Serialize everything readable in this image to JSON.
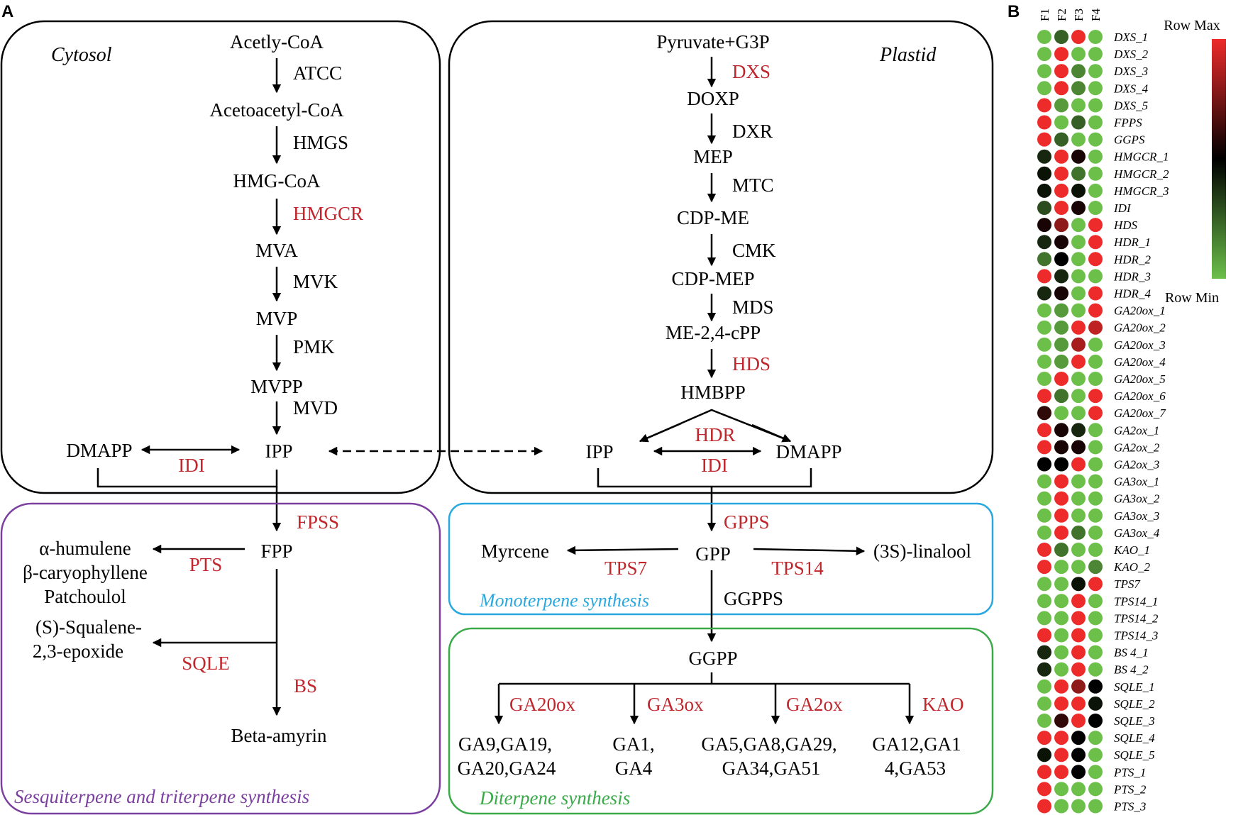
{
  "panel_a_label": "A",
  "panel_b_label": "B",
  "colors": {
    "red_enzyme": "#c0272d",
    "black": "#000000",
    "purple_box": "#7b3fa0",
    "blue_box": "#29a8e0",
    "green_box": "#3aaa49",
    "heat_max": "#ee2b2b",
    "heat_mid": "#000000",
    "heat_min": "#6cc04a"
  },
  "cytosol": {
    "title": "Cytosol",
    "nodes": {
      "acetyl_coa": "Acetly-CoA",
      "acetoacetyl_coa": "Acetoacetyl-CoA",
      "hmg_coa": "HMG-CoA",
      "mva": "MVA",
      "mvp": "MVP",
      "mvpp": "MVPP",
      "ipp": "IPP",
      "dmapp": "DMAPP"
    },
    "enzymes": {
      "atcc": "ATCC",
      "hmgs": "HMGS",
      "hmgcr": "HMGCR",
      "mvk": "MVK",
      "pmk": "PMK",
      "mvd": "MVD",
      "idi": "IDI"
    }
  },
  "plastid": {
    "title": "Plastid",
    "nodes": {
      "pyruvate": "Pyruvate+G3P",
      "doxp": "DOXP",
      "mep": "MEP",
      "cdp_me": "CDP-ME",
      "cdp_mep": "CDP-MEP",
      "me_cpp": "ME-2,4-cPP",
      "hmbpp": "HMBPP",
      "ipp": "IPP",
      "dmapp": "DMAPP"
    },
    "enzymes": {
      "dxs": "DXS",
      "dxr": "DXR",
      "mtc": "MTC",
      "cmk": "CMK",
      "mds": "MDS",
      "hds": "HDS",
      "hdr": "HDR",
      "idi": "IDI"
    }
  },
  "sesqui": {
    "title": "Sesquiterpene and triterpene synthesis",
    "fpss": "FPSS",
    "fpp": "FPP",
    "pts": "PTS",
    "products_pts": [
      "α-humulene",
      "β-caryophyllene",
      "Patchoulol"
    ],
    "sqle": "SQLE",
    "products_sqle": [
      "(S)-Squalene-",
      "2,3-epoxide"
    ],
    "bs": "BS",
    "beta_amyrin": "Beta-amyrin"
  },
  "mono": {
    "title": "Monoterpene synthesis",
    "gpps": "GPPS",
    "gpp": "GPP",
    "myrcene": "Myrcene",
    "tps7": "TPS7",
    "tps14": "TPS14",
    "linalool": "(3S)-linalool",
    "ggpps": "GGPPS"
  },
  "di": {
    "title": "Diterpene synthesis",
    "ggpp": "GGPP",
    "branches": [
      {
        "enzyme": "GA20ox",
        "line1": "GA9,GA19,",
        "line2": "GA20,GA24"
      },
      {
        "enzyme": "GA3ox",
        "line1": "GA1,",
        "line2": "GA4"
      },
      {
        "enzyme": "GA2ox",
        "line1": "GA5,GA8,GA29,",
        "line2": "GA34,GA51"
      },
      {
        "enzyme": "KAO",
        "line1": "GA12,GA1",
        "line2": "4,GA53"
      }
    ]
  },
  "heatmap": {
    "columns": [
      "F1",
      "F2",
      "F3",
      "F4"
    ],
    "legend_max": "Row Max",
    "legend_min": "Row Min",
    "rows": [
      {
        "gene": "DXS_1",
        "values": [
          0.0,
          0.25,
          1.0,
          0.0
        ]
      },
      {
        "gene": "DXS_2",
        "values": [
          0.0,
          1.0,
          0.0,
          0.0
        ]
      },
      {
        "gene": "DXS_3",
        "values": [
          0.0,
          1.0,
          0.15,
          0.0
        ]
      },
      {
        "gene": "DXS_4",
        "values": [
          0.0,
          1.0,
          0.15,
          0.0
        ]
      },
      {
        "gene": "DXS_5",
        "values": [
          1.0,
          0.1,
          0.0,
          0.0
        ]
      },
      {
        "gene": "FPPS",
        "values": [
          1.0,
          0.0,
          0.25,
          0.0
        ]
      },
      {
        "gene": "GGPS",
        "values": [
          1.0,
          0.25,
          0.0,
          0.0
        ]
      },
      {
        "gene": "HMGCR_1",
        "values": [
          0.4,
          1.0,
          0.55,
          0.0
        ]
      },
      {
        "gene": "HMGCR_2",
        "values": [
          0.45,
          1.0,
          0.2,
          0.0
        ]
      },
      {
        "gene": "HMGCR_3",
        "values": [
          0.45,
          1.0,
          0.45,
          0.0
        ]
      },
      {
        "gene": "IDI",
        "values": [
          0.3,
          1.0,
          0.55,
          0.0
        ]
      },
      {
        "gene": "HDS",
        "values": [
          0.55,
          0.8,
          0.0,
          1.0
        ]
      },
      {
        "gene": "HDR_1",
        "values": [
          0.4,
          0.55,
          0.0,
          1.0
        ]
      },
      {
        "gene": "HDR_2",
        "values": [
          0.2,
          0.5,
          0.0,
          1.0
        ]
      },
      {
        "gene": "HDR_3",
        "values": [
          1.0,
          0.4,
          0.0,
          0.0
        ]
      },
      {
        "gene": "HDR_4",
        "values": [
          0.4,
          0.55,
          0.0,
          1.0
        ]
      },
      {
        "gene": "GA20ox_1",
        "values": [
          0.0,
          0.1,
          0.0,
          1.0
        ]
      },
      {
        "gene": "GA20ox_2",
        "values": [
          0.0,
          0.1,
          1.0,
          0.9
        ]
      },
      {
        "gene": "GA20ox_3",
        "values": [
          0.0,
          0.1,
          0.85,
          0.0
        ]
      },
      {
        "gene": "GA20ox_4",
        "values": [
          0.0,
          0.1,
          1.0,
          0.0
        ]
      },
      {
        "gene": "GA20ox_5",
        "values": [
          0.0,
          1.0,
          0.0,
          0.0
        ]
      },
      {
        "gene": "GA20ox_6",
        "values": [
          1.0,
          0.2,
          0.0,
          1.0
        ]
      },
      {
        "gene": "GA20ox_7",
        "values": [
          0.6,
          0.0,
          0.0,
          1.0
        ]
      },
      {
        "gene": "GA2ox_1",
        "values": [
          1.0,
          0.55,
          0.4,
          0.0
        ]
      },
      {
        "gene": "GA2ox_2",
        "values": [
          1.0,
          0.55,
          0.55,
          0.0
        ]
      },
      {
        "gene": "GA2ox_3",
        "values": [
          0.5,
          0.5,
          1.0,
          0.0
        ]
      },
      {
        "gene": "GA3ox_1",
        "values": [
          0.0,
          1.0,
          0.0,
          0.0
        ]
      },
      {
        "gene": "GA3ox_2",
        "values": [
          0.0,
          1.0,
          0.0,
          0.0
        ]
      },
      {
        "gene": "GA3ox_3",
        "values": [
          0.0,
          1.0,
          0.0,
          0.0
        ]
      },
      {
        "gene": "GA3ox_4",
        "values": [
          0.0,
          1.0,
          0.2,
          0.0
        ]
      },
      {
        "gene": "KAO_1",
        "values": [
          1.0,
          0.2,
          0.0,
          0.0
        ]
      },
      {
        "gene": "KAO_2",
        "values": [
          1.0,
          0.0,
          0.0,
          0.15
        ]
      },
      {
        "gene": "TPS7",
        "values": [
          0.0,
          0.0,
          0.45,
          1.0
        ]
      },
      {
        "gene": "TPS14_1",
        "values": [
          0.0,
          0.0,
          1.0,
          0.0
        ]
      },
      {
        "gene": "TPS14_2",
        "values": [
          0.0,
          0.0,
          1.0,
          0.0
        ]
      },
      {
        "gene": "TPS14_3",
        "values": [
          1.0,
          0.0,
          1.0,
          0.0
        ]
      },
      {
        "gene": "BS 4_1",
        "values": [
          0.4,
          0.0,
          1.0,
          0.0
        ]
      },
      {
        "gene": "BS 4_2",
        "values": [
          0.4,
          0.0,
          1.0,
          0.0
        ]
      },
      {
        "gene": "SQLE_1",
        "values": [
          0.0,
          1.0,
          0.8,
          0.5
        ]
      },
      {
        "gene": "SQLE_2",
        "values": [
          0.0,
          1.0,
          1.0,
          0.45
        ]
      },
      {
        "gene": "SQLE_3",
        "values": [
          0.0,
          0.6,
          1.0,
          0.5
        ]
      },
      {
        "gene": "SQLE_4",
        "values": [
          1.0,
          1.0,
          0.5,
          0.0
        ]
      },
      {
        "gene": "SQLE_5",
        "values": [
          0.45,
          1.0,
          0.5,
          0.0
        ]
      },
      {
        "gene": "PTS_1",
        "values": [
          1.0,
          1.0,
          0.5,
          0.0
        ]
      },
      {
        "gene": "PTS_2",
        "values": [
          1.0,
          0.0,
          0.0,
          0.0
        ]
      },
      {
        "gene": "PTS_3",
        "values": [
          1.0,
          0.0,
          0.0,
          0.0
        ]
      }
    ]
  }
}
